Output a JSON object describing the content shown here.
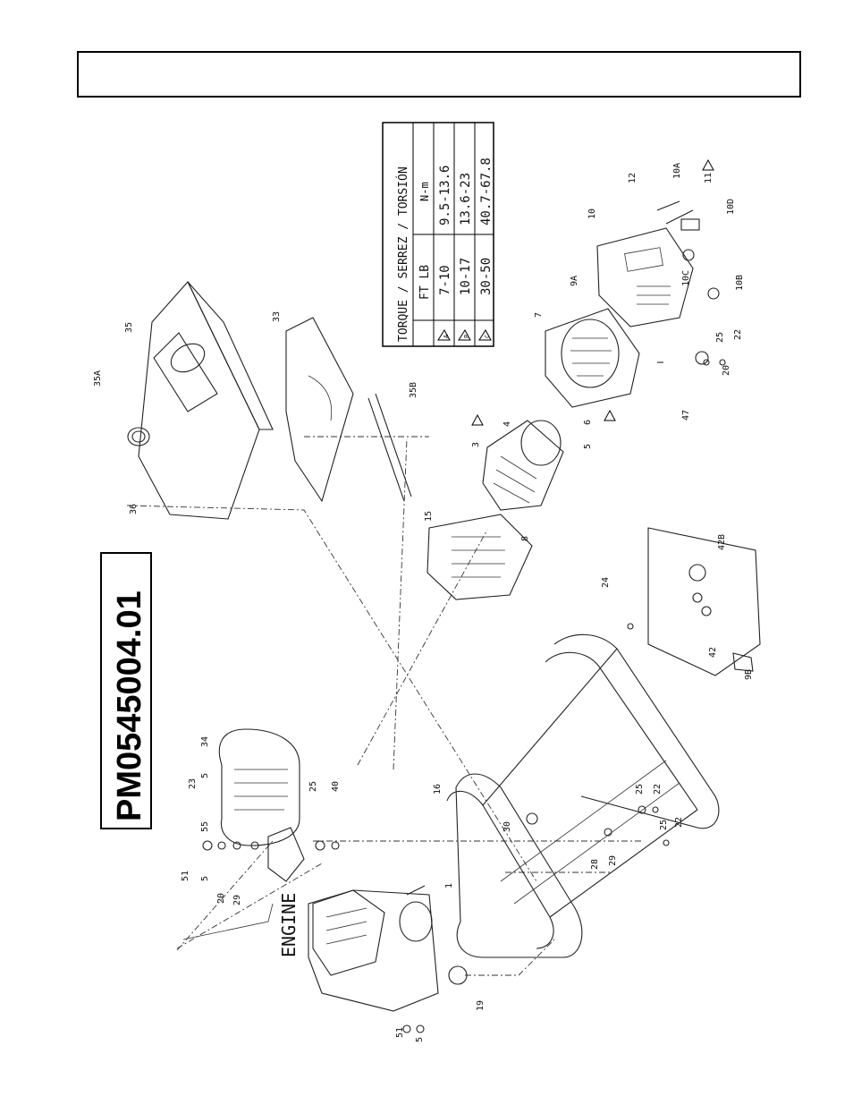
{
  "header": {},
  "model_code": "PM0545004.01",
  "engine_label": "ENGINE",
  "torque_table": {
    "title": "TORQUE / SERREZ / TORSIÓN",
    "col_ftlb": "FT LB",
    "col_nm": "N-m",
    "rows": [
      {
        "mark": "A",
        "ftlb": "7-10",
        "nm": "9.5-13.6"
      },
      {
        "mark": "B",
        "ftlb": "10-17",
        "nm": "13.6-23"
      },
      {
        "mark": "C",
        "ftlb": "30-50",
        "nm": "40.7-67.8"
      }
    ]
  },
  "callouts": {
    "c1": "1",
    "c3": "3",
    "c4": "4",
    "c5a": "5",
    "c5b": "5",
    "c5c": "5",
    "c5d": "5",
    "c6": "6",
    "c7": "7",
    "c8": "8",
    "c9a": "9A",
    "c9b": "9B",
    "c10": "10",
    "c10a": "10A",
    "c10b": "10B",
    "c10c": "10C",
    "c10d": "10D",
    "c11": "11",
    "c12": "12",
    "c15": "15",
    "c16": "16",
    "c19": "19",
    "c20": "20",
    "c20b": "20",
    "c22a": "22",
    "c22b": "22",
    "c22c": "22",
    "c23": "23",
    "c24": "24",
    "c25a": "25",
    "c25b": "25",
    "c25c": "25",
    "c25d": "25",
    "c28": "28",
    "c29a": "29",
    "c29b": "29",
    "c30": "30",
    "c33": "33",
    "c34": "34",
    "c35": "35",
    "c35a": "35A",
    "c35b": "35B",
    "c36": "36",
    "c40": "40",
    "c42": "42",
    "c42b": "42B",
    "c47": "47",
    "c51a": "51",
    "c51b": "51",
    "c55": "55"
  }
}
